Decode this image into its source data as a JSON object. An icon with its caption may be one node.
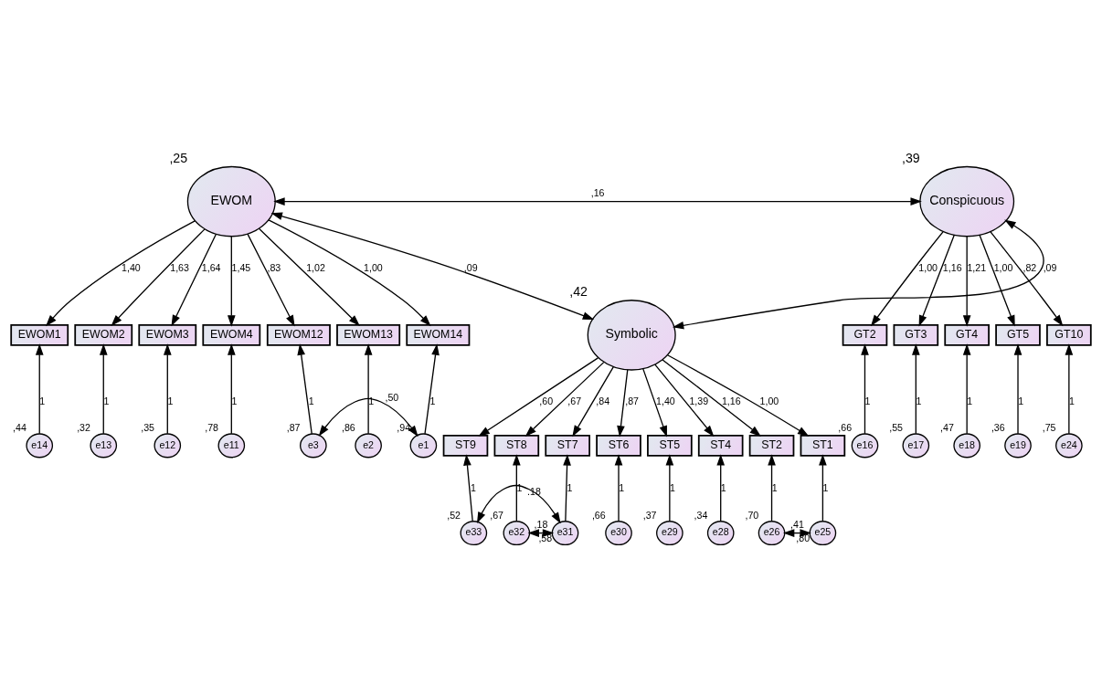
{
  "diagram": {
    "nodes": [
      {
        "text": [
          "e14"
        ],
        "beside": [
          ",44"
        ]
      },
      {
        "text": [
          "e13"
        ],
        "beside": [
          ",32"
        ]
      },
      {
        "text": [
          "e12"
        ],
        "beside": [
          ",35"
        ]
      },
      {
        "text": [
          "e11"
        ],
        "beside": [
          ",78"
        ]
      },
      {
        "text": [
          "e3"
        ],
        "beside": [
          ",87"
        ]
      },
      {
        "text": [
          "e2"
        ],
        "beside": [
          ",86"
        ]
      },
      {
        "text": [
          "e1"
        ],
        "beside": [
          ",94"
        ]
      },
      {
        "text": [
          "EWOM1"
        ]
      },
      {
        "text": [
          "EWOM2"
        ]
      },
      {
        "text": [
          "EWOM3"
        ]
      },
      {
        "text": [
          "EWOM4"
        ]
      },
      {
        "text": [
          "EWOM12"
        ]
      },
      {
        "text": [
          "EWOM13"
        ]
      },
      {
        "text": [
          "EWOM14"
        ]
      },
      {
        "text": [
          "EWOM"
        ],
        "beside": [
          ",25"
        ]
      },
      {
        "text": [
          "Conspicuous"
        ],
        "beside": [
          ",39"
        ]
      },
      {
        "text": [
          "GT2"
        ]
      },
      {
        "text": [
          "GT3"
        ]
      },
      {
        "text": [
          "GT4"
        ]
      },
      {
        "text": [
          "GT5"
        ]
      },
      {
        "text": [
          "GT10"
        ]
      },
      {
        "text": [
          "e16"
        ],
        "beside": [
          ",66"
        ]
      },
      {
        "text": [
          "e17"
        ],
        "beside": [
          ",55"
        ]
      },
      {
        "text": [
          "e18"
        ],
        "beside": [
          ",47"
        ]
      },
      {
        "text": [
          "e19"
        ],
        "beside": [
          ",36"
        ]
      },
      {
        "text": [
          "e24"
        ],
        "beside": [
          ",75"
        ]
      },
      {
        "text": [
          "Symbolic"
        ],
        "beside": [
          ",42"
        ]
      },
      {
        "text": [
          "ST9"
        ]
      },
      {
        "text": [
          "ST8"
        ]
      },
      {
        "text": [
          "ST7"
        ]
      },
      {
        "text": [
          "ST6"
        ]
      },
      {
        "text": [
          "ST5"
        ]
      },
      {
        "text": [
          "ST4"
        ]
      },
      {
        "text": [
          "ST2"
        ]
      },
      {
        "text": [
          "ST1"
        ]
      },
      {
        "text": [
          "e33"
        ],
        "beside": [
          ",52"
        ]
      },
      {
        "text": [
          "e32"
        ],
        "beside": [
          ",67"
        ]
      },
      {
        "text": [
          "e31"
        ],
        "beside": [
          ",58"
        ]
      },
      {
        "text": [
          "e30"
        ],
        "beside": [
          ",66"
        ]
      },
      {
        "text": [
          "e29"
        ],
        "beside": [
          ",37"
        ]
      },
      {
        "text": [
          "e28"
        ],
        "beside": [
          ",34"
        ]
      },
      {
        "text": [
          "e26"
        ],
        "beside": [
          ",70"
        ]
      },
      {
        "text": [
          "e25"
        ],
        "beside": [
          ",80"
        ]
      }
    ],
    "edges": [
      {
        "from": 0,
        "to": 7,
        "arrow": "to",
        "label": "1"
      },
      {
        "from": 1,
        "to": 8,
        "arrow": "to",
        "label": "1"
      },
      {
        "from": 2,
        "to": 9,
        "arrow": "to",
        "label": "1"
      },
      {
        "from": 3,
        "to": 10,
        "arrow": "to",
        "label": "1"
      },
      {
        "from": 4,
        "to": 11,
        "arrow": "to",
        "label": "1"
      },
      {
        "from": 5,
        "to": 12,
        "arrow": "to",
        "label": "1"
      },
      {
        "from": 6,
        "to": 13,
        "arrow": "to",
        "label": "1"
      },
      {
        "from": 4,
        "to": 6,
        "arrow": "both",
        "label": ",50"
      },
      {
        "from": 14,
        "to": 7,
        "arrow": "to",
        "label": "1,40"
      },
      {
        "from": 14,
        "to": 8,
        "arrow": "to",
        "label": "1,63"
      },
      {
        "from": 14,
        "to": 9,
        "arrow": "to",
        "label": "1,64"
      },
      {
        "from": 14,
        "to": 10,
        "arrow": "to",
        "label": "1,45"
      },
      {
        "from": 14,
        "to": 11,
        "arrow": "to",
        "label": ",83"
      },
      {
        "from": 14,
        "to": 12,
        "arrow": "to",
        "label": "1,02"
      },
      {
        "from": 14,
        "to": 13,
        "arrow": "to",
        "label": "1,00"
      },
      {
        "from": 14,
        "to": 15,
        "arrow": "both",
        "label": ",16"
      },
      {
        "from": 14,
        "to": 26,
        "arrow": "both",
        "label": ",09"
      },
      {
        "from": 15,
        "to": 26,
        "arrow": "both",
        "label": ",09"
      },
      {
        "from": 15,
        "to": 16,
        "arrow": "to",
        "label": "1,00"
      },
      {
        "from": 15,
        "to": 17,
        "arrow": "to",
        "label": "1,16"
      },
      {
        "from": 15,
        "to": 18,
        "arrow": "to",
        "label": "1,21"
      },
      {
        "from": 15,
        "to": 19,
        "arrow": "to",
        "label": "1,00"
      },
      {
        "from": 15,
        "to": 20,
        "arrow": "to",
        "label": ",82"
      },
      {
        "from": 21,
        "to": 16,
        "arrow": "to",
        "label": "1"
      },
      {
        "from": 22,
        "to": 17,
        "arrow": "to",
        "label": "1"
      },
      {
        "from": 23,
        "to": 18,
        "arrow": "to",
        "label": "1"
      },
      {
        "from": 24,
        "to": 19,
        "arrow": "to",
        "label": "1"
      },
      {
        "from": 25,
        "to": 20,
        "arrow": "to",
        "label": "1"
      },
      {
        "from": 26,
        "to": 27,
        "arrow": "to",
        "label": ",60"
      },
      {
        "from": 26,
        "to": 28,
        "arrow": "to",
        "label": ",67"
      },
      {
        "from": 26,
        "to": 29,
        "arrow": "to",
        "label": ",84"
      },
      {
        "from": 26,
        "to": 30,
        "arrow": "to",
        "label": ",87"
      },
      {
        "from": 26,
        "to": 31,
        "arrow": "to",
        "label": "1,40"
      },
      {
        "from": 26,
        "to": 32,
        "arrow": "to",
        "label": "1,39"
      },
      {
        "from": 26,
        "to": 33,
        "arrow": "to",
        "label": "1,16"
      },
      {
        "from": 26,
        "to": 34,
        "arrow": "to",
        "label": "1,00"
      },
      {
        "from": 35,
        "to": 27,
        "arrow": "to",
        "label": "1"
      },
      {
        "from": 36,
        "to": 28,
        "arrow": "to",
        "label": "1"
      },
      {
        "from": 37,
        "to": 29,
        "arrow": "to",
        "label": "1"
      },
      {
        "from": 38,
        "to": 30,
        "arrow": "to",
        "label": "1"
      },
      {
        "from": 39,
        "to": 31,
        "arrow": "to",
        "label": "1"
      },
      {
        "from": 40,
        "to": 32,
        "arrow": "to",
        "label": "1"
      },
      {
        "from": 41,
        "to": 33,
        "arrow": "to",
        "label": "1"
      },
      {
        "from": 42,
        "to": 34,
        "arrow": "to",
        "label": "1"
      },
      {
        "from": 35,
        "to": 37,
        "arrow": "both",
        "label": ".18"
      },
      {
        "from": 36,
        "to": 37,
        "arrow": "both",
        "label": ",18"
      },
      {
        "from": 41,
        "to": 42,
        "arrow": "both",
        "label": ",41"
      }
    ]
  }
}
